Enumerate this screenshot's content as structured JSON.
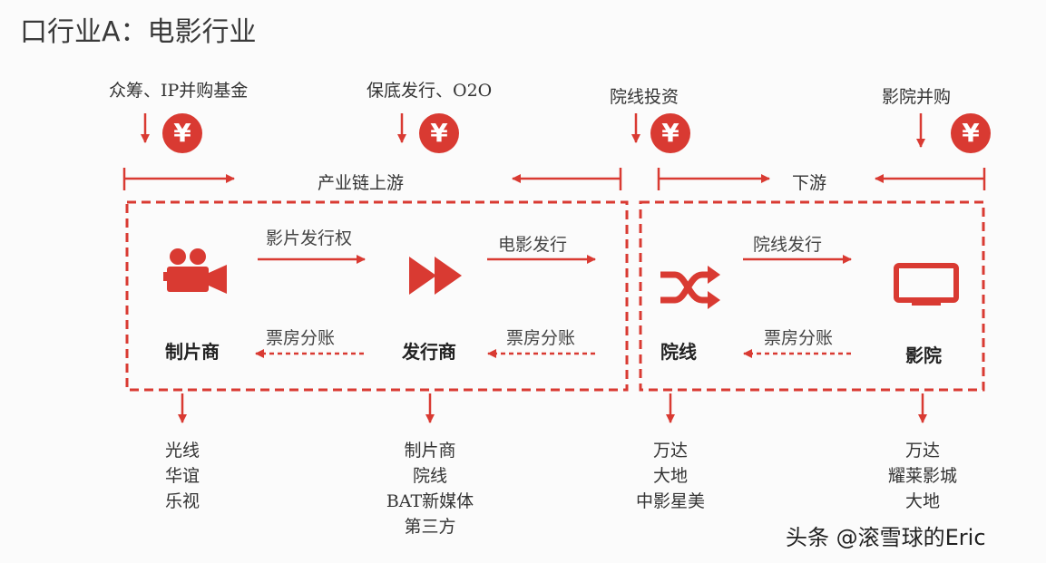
{
  "title": "口行业A：电影行业",
  "top_labels": [
    "众筹、IP并购基金",
    "保底发行、O2O",
    "院线投资",
    "影院并购"
  ],
  "coin_symbol": "¥",
  "segments": {
    "upstream": "产业链上游",
    "downstream": "下游"
  },
  "flows": {
    "rights": "影片发行权",
    "film_dist": "电影发行",
    "cinema_dist": "院线发行",
    "box_office_1": "票房分账",
    "box_office_2": "票房分账",
    "box_office_3": "票房分账"
  },
  "nodes": [
    "制片商",
    "发行商",
    "院线",
    "影院"
  ],
  "lists": [
    [
      "光线",
      "华谊",
      "乐视"
    ],
    [
      "制片商",
      "院线",
      "BAT新媒体",
      "第三方"
    ],
    [
      "万达",
      "大地",
      "中影星美"
    ],
    [
      "万达",
      "耀莱影城",
      "大地"
    ]
  ],
  "watermark": "头条 @滚雪球的Eric",
  "colors": {
    "accent": "#d93a32",
    "text": "#333333"
  },
  "icons": [
    "video-camera-icon",
    "fast-forward-icon",
    "shuffle-icon",
    "monitor-icon",
    "yen-coin-icon"
  ]
}
